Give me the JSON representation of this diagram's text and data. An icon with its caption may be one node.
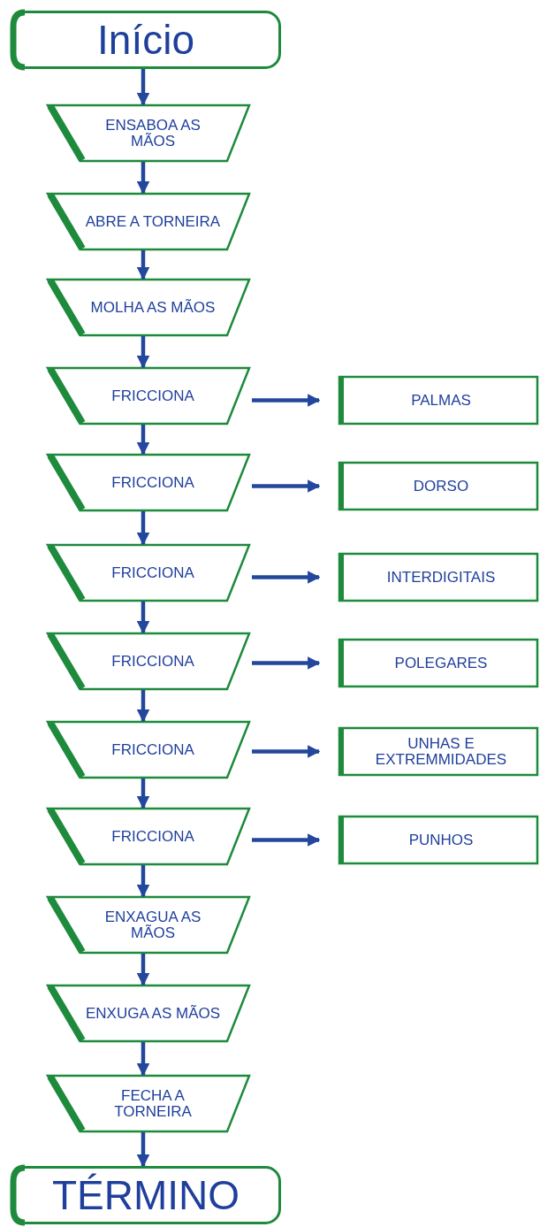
{
  "diagram": {
    "nodes": [
      {
        "text": [
          "Início"
        ]
      },
      {
        "text": [
          "ENSABOA AS MÃOS"
        ]
      },
      {
        "text": [
          "ABRE A TORNEIRA"
        ]
      },
      {
        "text": [
          "MOLHA AS MÃOS"
        ]
      },
      {
        "text": [
          "FRICCIONA"
        ]
      },
      {
        "text": [
          "PALMAS"
        ]
      },
      {
        "text": [
          "FRICCIONA"
        ]
      },
      {
        "text": [
          "DORSO"
        ]
      },
      {
        "text": [
          "FRICCIONA"
        ]
      },
      {
        "text": [
          "INTERDIGITAIS"
        ]
      },
      {
        "text": [
          "FRICCIONA"
        ]
      },
      {
        "text": [
          "POLEGARES"
        ]
      },
      {
        "text": [
          "FRICCIONA"
        ]
      },
      {
        "text": [
          "UNHAS E EXTREMMIDADES"
        ]
      },
      {
        "text": [
          "FRICCIONA"
        ]
      },
      {
        "text": [
          "PUNHOS"
        ]
      },
      {
        "text": [
          "ENXAGUA AS MÃOS"
        ]
      },
      {
        "text": [
          "ENXUGA AS MÃOS"
        ]
      },
      {
        "text": [
          "FECHA A TORNEIRA"
        ]
      },
      {
        "text": [
          "TÉRMINO"
        ]
      }
    ],
    "edges": [
      {
        "from": 0,
        "to": 1,
        "arrow": "to"
      },
      {
        "from": 1,
        "to": 2,
        "arrow": "to"
      },
      {
        "from": 2,
        "to": 3,
        "arrow": "to"
      },
      {
        "from": 3,
        "to": 4,
        "arrow": "to"
      },
      {
        "from": 4,
        "to": 5,
        "arrow": "to"
      },
      {
        "from": 4,
        "to": 6,
        "arrow": "to"
      },
      {
        "from": 6,
        "to": 7,
        "arrow": "to"
      },
      {
        "from": 6,
        "to": 8,
        "arrow": "to"
      },
      {
        "from": 8,
        "to": 9,
        "arrow": "to"
      },
      {
        "from": 8,
        "to": 10,
        "arrow": "to"
      },
      {
        "from": 10,
        "to": 11,
        "arrow": "to"
      },
      {
        "from": 10,
        "to": 12,
        "arrow": "to"
      },
      {
        "from": 12,
        "to": 13,
        "arrow": "to"
      },
      {
        "from": 12,
        "to": 14,
        "arrow": "to"
      },
      {
        "from": 14,
        "to": 15,
        "arrow": "to"
      },
      {
        "from": 14,
        "to": 16,
        "arrow": "to"
      },
      {
        "from": 16,
        "to": 17,
        "arrow": "to"
      },
      {
        "from": 17,
        "to": 18,
        "arrow": "to"
      },
      {
        "from": 18,
        "to": 19,
        "arrow": "to"
      }
    ]
  }
}
